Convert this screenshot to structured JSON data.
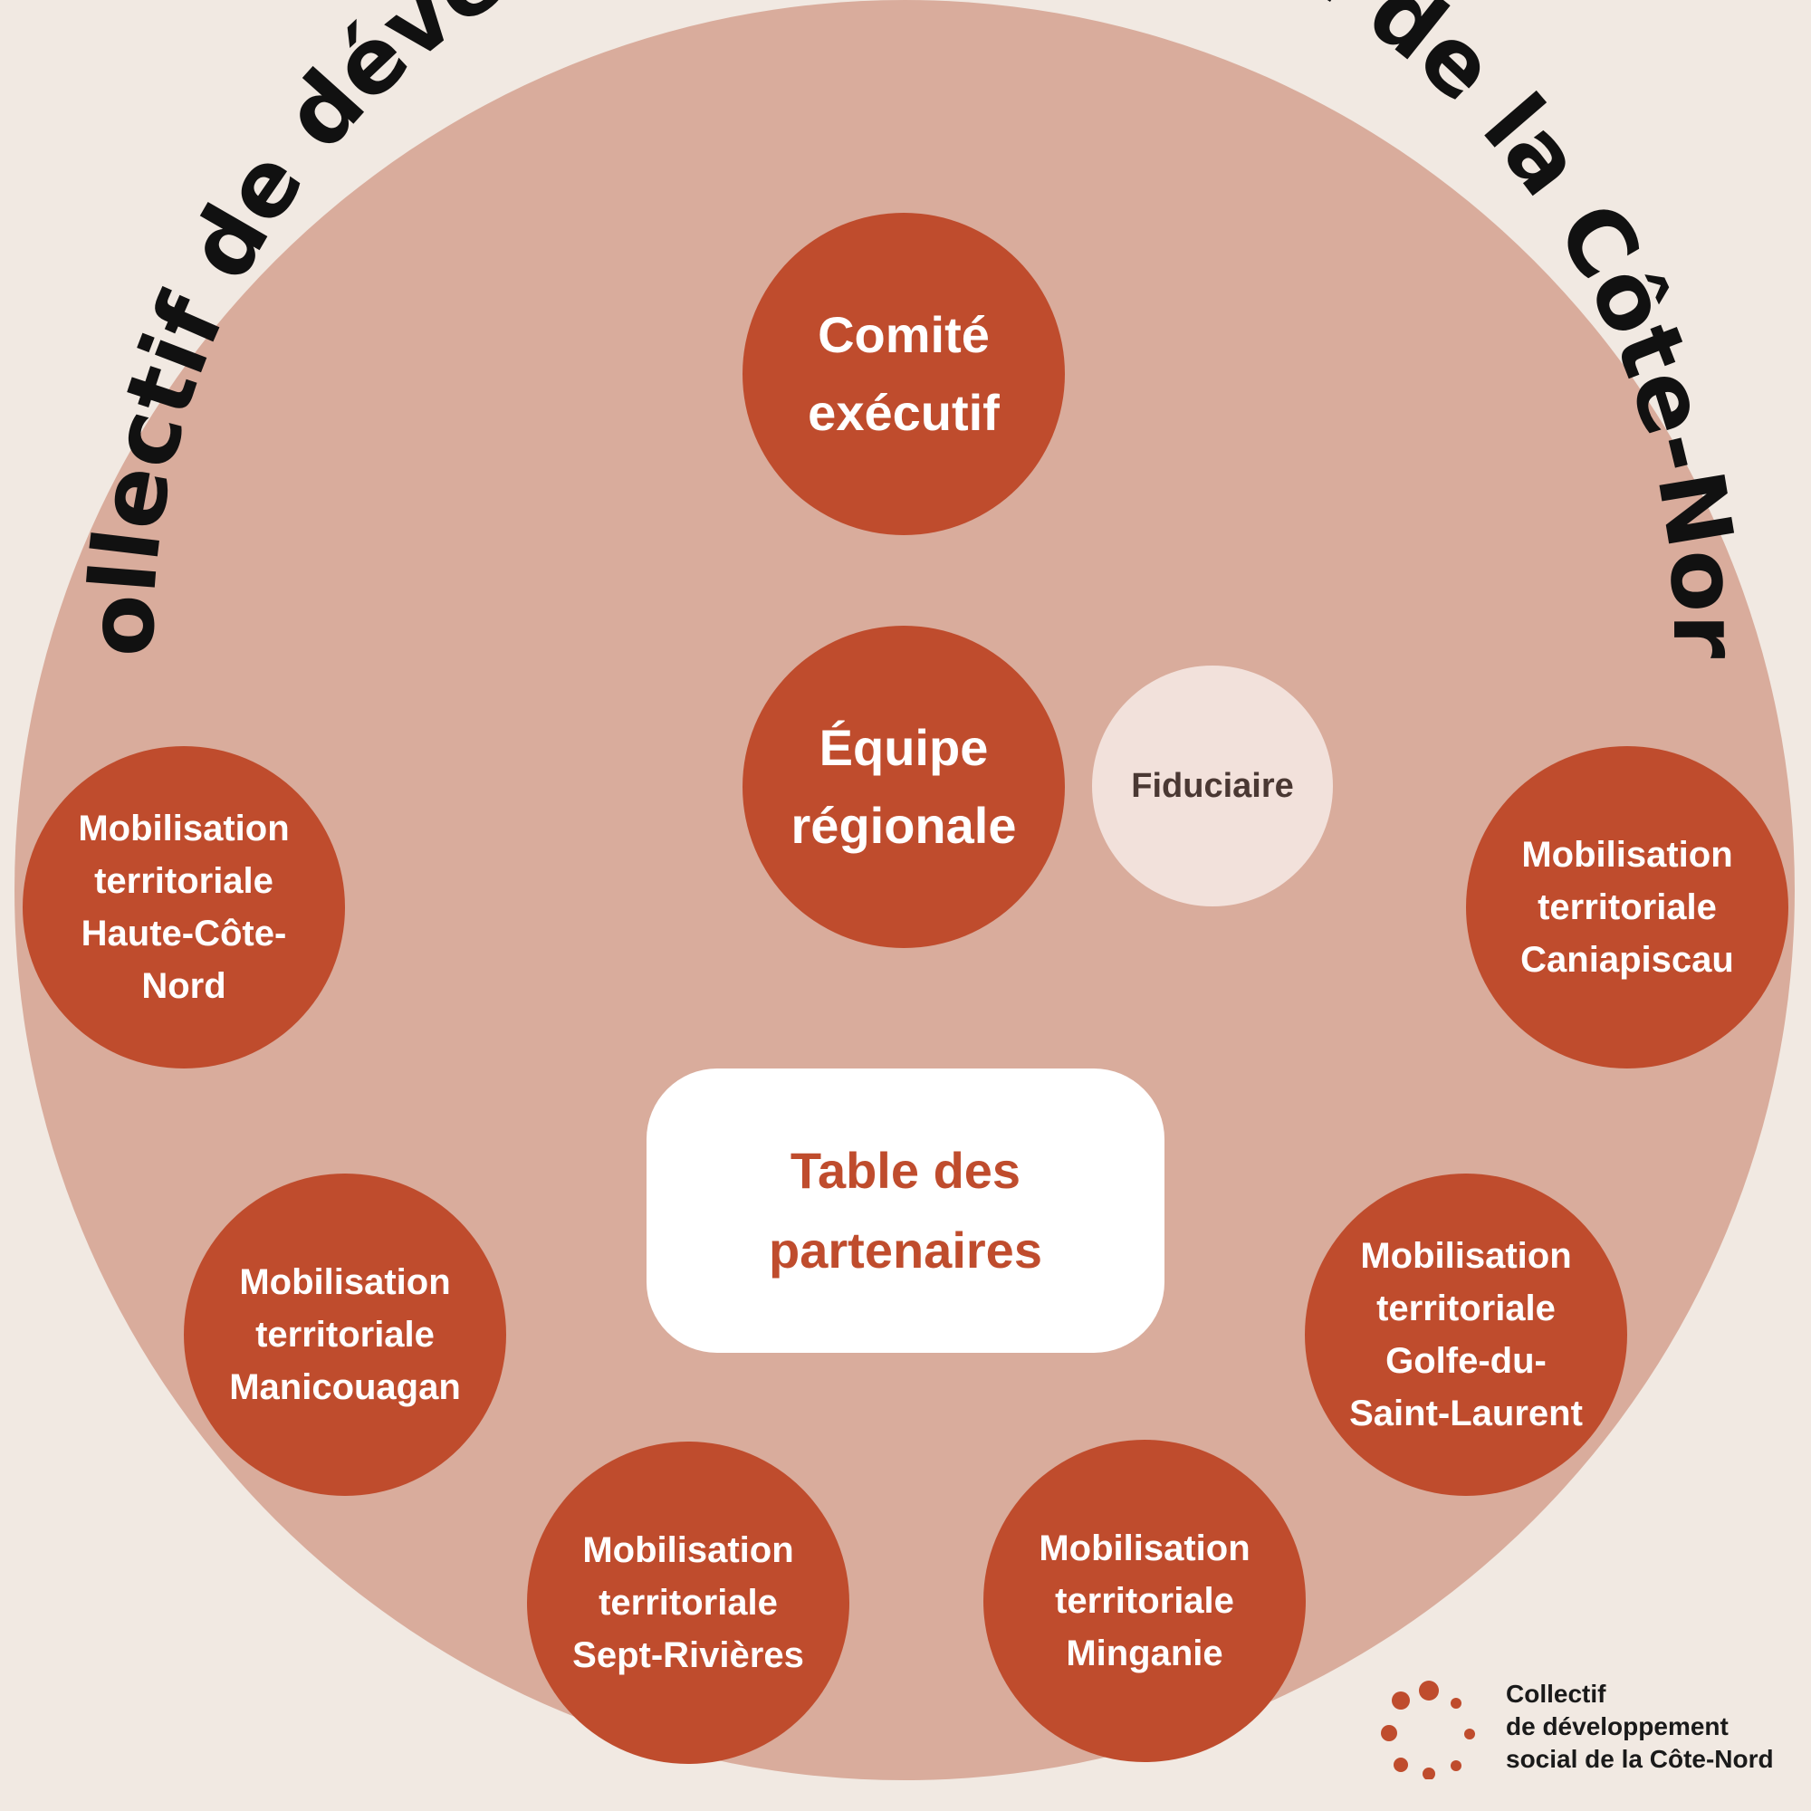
{
  "title": "Collectif de développement social de la Côte-Nord",
  "nodes": {
    "comite": [
      "Comité",
      "exécutif"
    ],
    "equipe": [
      "Équipe",
      "régionale"
    ],
    "fiduciaire": "Fiduciaire",
    "table": [
      "Table des",
      "partenaires"
    ],
    "haute_cote_nord": [
      "Mobilisation",
      "territoriale",
      "Haute-Côte-",
      "Nord"
    ],
    "caniapiscau": [
      "Mobilisation",
      "territoriale",
      "Caniapiscau"
    ],
    "manicouagan": [
      "Mobilisation",
      "territoriale",
      "Manicouagan"
    ],
    "golfe": [
      "Mobilisation",
      "territoriale",
      "Golfe-du-",
      "Saint-Laurent"
    ],
    "sept_rivieres": [
      "Mobilisation",
      "territoriale",
      "Sept-Rivières"
    ],
    "minganie": [
      "Mobilisation",
      "territoriale",
      "Minganie"
    ]
  },
  "logo": {
    "lines": [
      "Collectif",
      "de développement",
      "social de la Côte-Nord"
    ]
  },
  "colors": {
    "background": "#f1e9e2",
    "outer_circle": "#d9ac9c",
    "node": "#bf4c2d",
    "fiduciaire": "#f2e1db",
    "table_box": "#ffffff"
  }
}
